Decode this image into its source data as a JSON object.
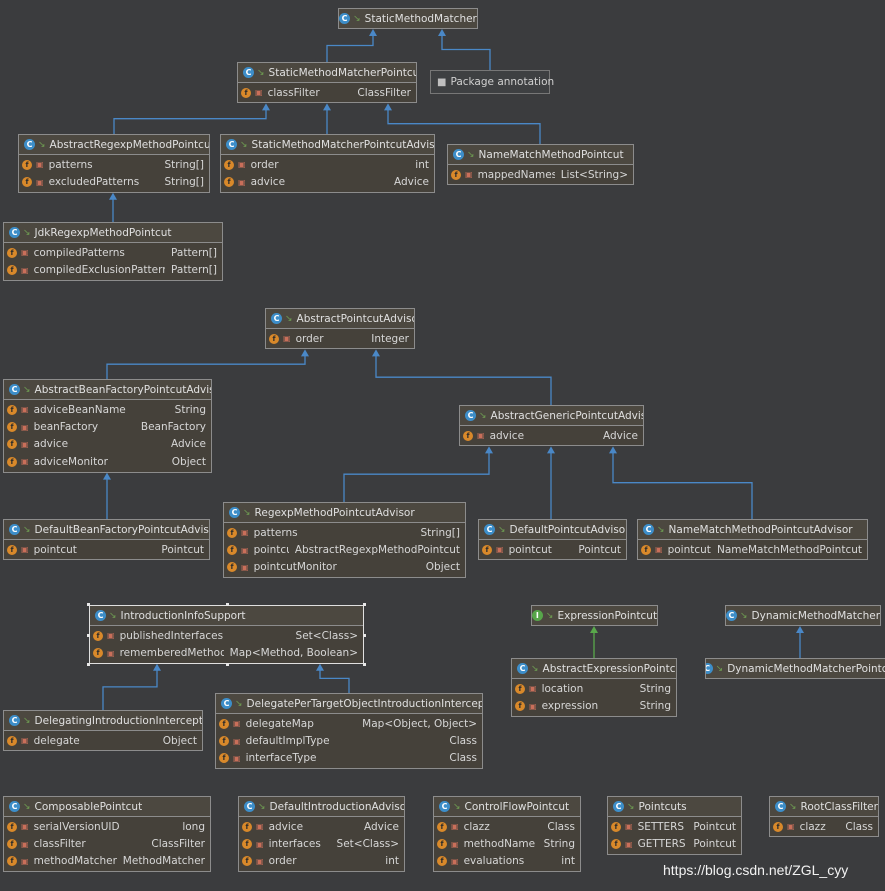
{
  "packages": [
    {
      "id": "pkg1",
      "label": "Package annotation",
      "icon": "folder-icon"
    }
  ],
  "classes": [
    {
      "id": "smm",
      "name": "StaticMethodMatcher",
      "kind": "abstract-class",
      "fields": []
    },
    {
      "id": "smmp",
      "name": "StaticMethodMatcherPointcut",
      "kind": "abstract-class",
      "fields": [
        [
          "classFilter",
          "ClassFilter"
        ]
      ]
    },
    {
      "id": "armp",
      "name": "AbstractRegexpMethodPointcut",
      "kind": "abstract-class",
      "fields": [
        [
          "patterns",
          "String[]"
        ],
        [
          "excludedPatterns",
          "String[]"
        ]
      ]
    },
    {
      "id": "smmpa",
      "name": "StaticMethodMatcherPointcutAdvisor",
      "kind": "abstract-class",
      "fields": [
        [
          "order",
          "int"
        ],
        [
          "advice",
          "Advice"
        ]
      ]
    },
    {
      "id": "nmmp",
      "name": "NameMatchMethodPointcut",
      "kind": "class",
      "fields": [
        [
          "mappedNames",
          "List<String>"
        ]
      ]
    },
    {
      "id": "jrmp",
      "name": "JdkRegexpMethodPointcut",
      "kind": "class",
      "fields": [
        [
          "compiledPatterns",
          "Pattern[]"
        ],
        [
          "compiledExclusionPatterns",
          "Pattern[]"
        ]
      ]
    },
    {
      "id": "apa",
      "name": "AbstractPointcutAdvisor",
      "kind": "abstract-class",
      "fields": [
        [
          "order",
          "Integer"
        ]
      ]
    },
    {
      "id": "abfpa",
      "name": "AbstractBeanFactoryPointcutAdvisor",
      "kind": "abstract-class",
      "fields": [
        [
          "adviceBeanName",
          "String"
        ],
        [
          "beanFactory",
          "BeanFactory"
        ],
        [
          "advice",
          "Advice"
        ],
        [
          "adviceMonitor",
          "Object"
        ]
      ]
    },
    {
      "id": "agpa",
      "name": "AbstractGenericPointcutAdvisor",
      "kind": "abstract-class",
      "fields": [
        [
          "advice",
          "Advice"
        ]
      ]
    },
    {
      "id": "dbfpa",
      "name": "DefaultBeanFactoryPointcutAdvisor",
      "kind": "class",
      "fields": [
        [
          "pointcut",
          "Pointcut"
        ]
      ]
    },
    {
      "id": "rmpa",
      "name": "RegexpMethodPointcutAdvisor",
      "kind": "class",
      "fields": [
        [
          "patterns",
          "String[]"
        ],
        [
          "pointcut",
          "AbstractRegexpMethodPointcut"
        ],
        [
          "pointcutMonitor",
          "Object"
        ]
      ]
    },
    {
      "id": "dpa",
      "name": "DefaultPointcutAdvisor",
      "kind": "class",
      "fields": [
        [
          "pointcut",
          "Pointcut"
        ]
      ]
    },
    {
      "id": "nmmpa",
      "name": "NameMatchMethodPointcutAdvisor",
      "kind": "class",
      "fields": [
        [
          "pointcut",
          "NameMatchMethodPointcut"
        ]
      ]
    },
    {
      "id": "iis",
      "name": "IntroductionInfoSupport",
      "kind": "class",
      "fields": [
        [
          "publishedInterfaces",
          "Set<Class>"
        ],
        [
          "rememberedMethods",
          "Map<Method, Boolean>"
        ]
      ]
    },
    {
      "id": "ep",
      "name": "ExpressionPointcut",
      "kind": "interface",
      "fields": []
    },
    {
      "id": "dmm",
      "name": "DynamicMethodMatcher",
      "kind": "abstract-class",
      "fields": []
    },
    {
      "id": "aep",
      "name": "AbstractExpressionPointcut",
      "kind": "abstract-class",
      "fields": [
        [
          "location",
          "String"
        ],
        [
          "expression",
          "String"
        ]
      ]
    },
    {
      "id": "dmmp",
      "name": "DynamicMethodMatcherPointcut",
      "kind": "abstract-class",
      "fields": []
    },
    {
      "id": "dii",
      "name": "DelegatingIntroductionInterceptor",
      "kind": "class",
      "fields": [
        [
          "delegate",
          "Object"
        ]
      ]
    },
    {
      "id": "dptoii",
      "name": "DelegatePerTargetObjectIntroductionInterceptor",
      "kind": "class",
      "fields": [
        [
          "delegateMap",
          "Map<Object, Object>"
        ],
        [
          "defaultImplType",
          "Class"
        ],
        [
          "interfaceType",
          "Class"
        ]
      ]
    },
    {
      "id": "cp",
      "name": "ComposablePointcut",
      "kind": "class",
      "fields": [
        [
          "serialVersionUID",
          "long"
        ],
        [
          "classFilter",
          "ClassFilter"
        ],
        [
          "methodMatcher",
          "MethodMatcher"
        ]
      ]
    },
    {
      "id": "dia",
      "name": "DefaultIntroductionAdvisor",
      "kind": "class",
      "fields": [
        [
          "advice",
          "Advice"
        ],
        [
          "interfaces",
          "Set<Class>"
        ],
        [
          "order",
          "int"
        ]
      ]
    },
    {
      "id": "cfp",
      "name": "ControlFlowPointcut",
      "kind": "class",
      "fields": [
        [
          "clazz",
          "Class"
        ],
        [
          "methodName",
          "String"
        ],
        [
          "evaluations",
          "int"
        ]
      ]
    },
    {
      "id": "pcs",
      "name": "Pointcuts",
      "kind": "abstract-class",
      "fields": [
        [
          "SETTERS",
          "Pointcut"
        ],
        [
          "GETTERS",
          "Pointcut"
        ]
      ]
    },
    {
      "id": "rcf",
      "name": "RootClassFilter",
      "kind": "class",
      "fields": [
        [
          "clazz",
          "Class"
        ]
      ]
    }
  ],
  "edges": [
    {
      "from": "smmp",
      "to": "smm",
      "kind": "extends"
    },
    {
      "from": "pkg1",
      "to": "smm",
      "kind": "extends"
    },
    {
      "from": "armp",
      "to": "smmp",
      "kind": "extends"
    },
    {
      "from": "smmpa",
      "to": "smmp",
      "kind": "extends"
    },
    {
      "from": "nmmp",
      "to": "smmp",
      "kind": "extends"
    },
    {
      "from": "jrmp",
      "to": "armp",
      "kind": "extends"
    },
    {
      "from": "abfpa",
      "to": "apa",
      "kind": "extends"
    },
    {
      "from": "agpa",
      "to": "apa",
      "kind": "extends"
    },
    {
      "from": "dbfpa",
      "to": "abfpa",
      "kind": "extends"
    },
    {
      "from": "rmpa",
      "to": "agpa",
      "kind": "extends"
    },
    {
      "from": "dpa",
      "to": "agpa",
      "kind": "extends"
    },
    {
      "from": "nmmpa",
      "to": "agpa",
      "kind": "extends"
    },
    {
      "from": "aep",
      "to": "ep",
      "kind": "implements"
    },
    {
      "from": "dmmp",
      "to": "dmm",
      "kind": "extends"
    },
    {
      "from": "dii",
      "to": "iis",
      "kind": "extends"
    },
    {
      "from": "dptoii",
      "to": "iis",
      "kind": "extends"
    }
  ],
  "watermark": "https://blog.csdn.net/ZGL_cyy",
  "colors": {
    "extends": "#4a88c7",
    "implements": "#59a84b"
  }
}
